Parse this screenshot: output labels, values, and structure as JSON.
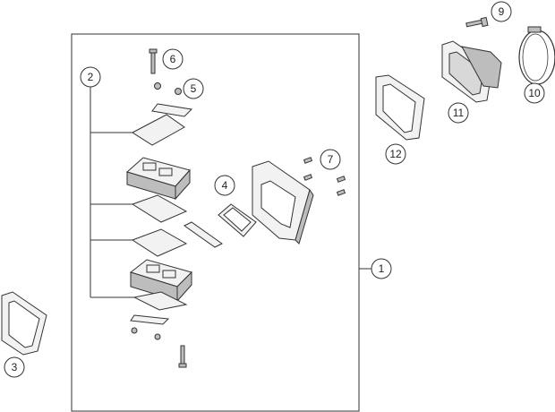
{
  "diagram": {
    "callouts": [
      {
        "id": "c1",
        "label": "1"
      },
      {
        "id": "c2",
        "label": "2"
      },
      {
        "id": "c3",
        "label": "3"
      },
      {
        "id": "c4",
        "label": "4"
      },
      {
        "id": "c5",
        "label": "5"
      },
      {
        "id": "c6",
        "label": "6"
      },
      {
        "id": "c7",
        "label": "7"
      },
      {
        "id": "c9",
        "label": "9"
      },
      {
        "id": "c10",
        "label": "10"
      },
      {
        "id": "c11",
        "label": "11"
      },
      {
        "id": "c12",
        "label": "12"
      }
    ],
    "colors": {
      "line": "#333333",
      "part_fill": "#f2f2f2",
      "part_dark": "#bdbdbd",
      "background": "#ffffff"
    }
  }
}
